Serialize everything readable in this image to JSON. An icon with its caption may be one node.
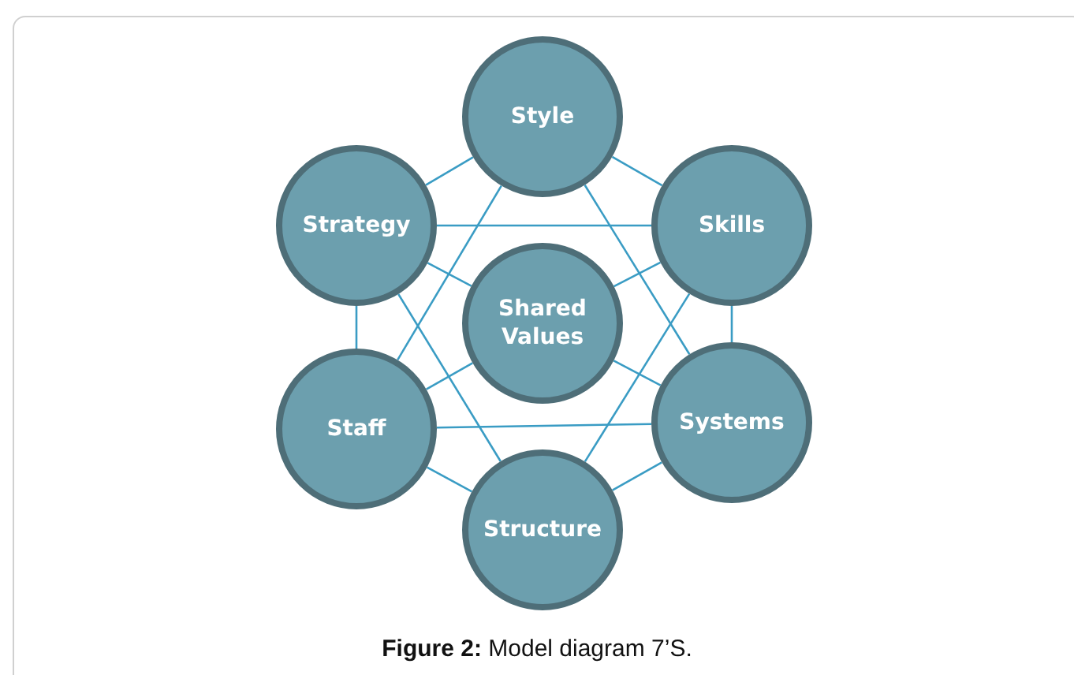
{
  "diagram": {
    "caption": "**Figure 2:** Model diagram 7’S.",
    "nodes": [
      {
        "text": [
          "Style"
        ]
      },
      {
        "text": [
          "Strategy"
        ]
      },
      {
        "text": [
          "Skills"
        ]
      },
      {
        "text": [
          "Shared Values"
        ]
      },
      {
        "text": [
          "Staff"
        ]
      },
      {
        "text": [
          "Systems"
        ]
      },
      {
        "text": [
          "Structure"
        ]
      }
    ],
    "edges": [
      {
        "from": 0,
        "to": 1,
        "arrow": "none"
      },
      {
        "from": 0,
        "to": 2,
        "arrow": "none"
      },
      {
        "from": 1,
        "to": 4,
        "arrow": "none"
      },
      {
        "from": 2,
        "to": 5,
        "arrow": "none"
      },
      {
        "from": 4,
        "to": 6,
        "arrow": "none"
      },
      {
        "from": 5,
        "to": 6,
        "arrow": "none"
      },
      {
        "from": 1,
        "to": 2,
        "arrow": "none"
      },
      {
        "from": 4,
        "to": 5,
        "arrow": "none"
      },
      {
        "from": 0,
        "to": 4,
        "arrow": "none"
      },
      {
        "from": 0,
        "to": 5,
        "arrow": "none"
      },
      {
        "from": 1,
        "to": 6,
        "arrow": "none"
      },
      {
        "from": 2,
        "to": 6,
        "arrow": "none"
      },
      {
        "from": 3,
        "to": 1,
        "arrow": "none"
      },
      {
        "from": 3,
        "to": 2,
        "arrow": "none"
      },
      {
        "from": 3,
        "to": 4,
        "arrow": "none"
      },
      {
        "from": 3,
        "to": 5,
        "arrow": "none"
      }
    ]
  }
}
